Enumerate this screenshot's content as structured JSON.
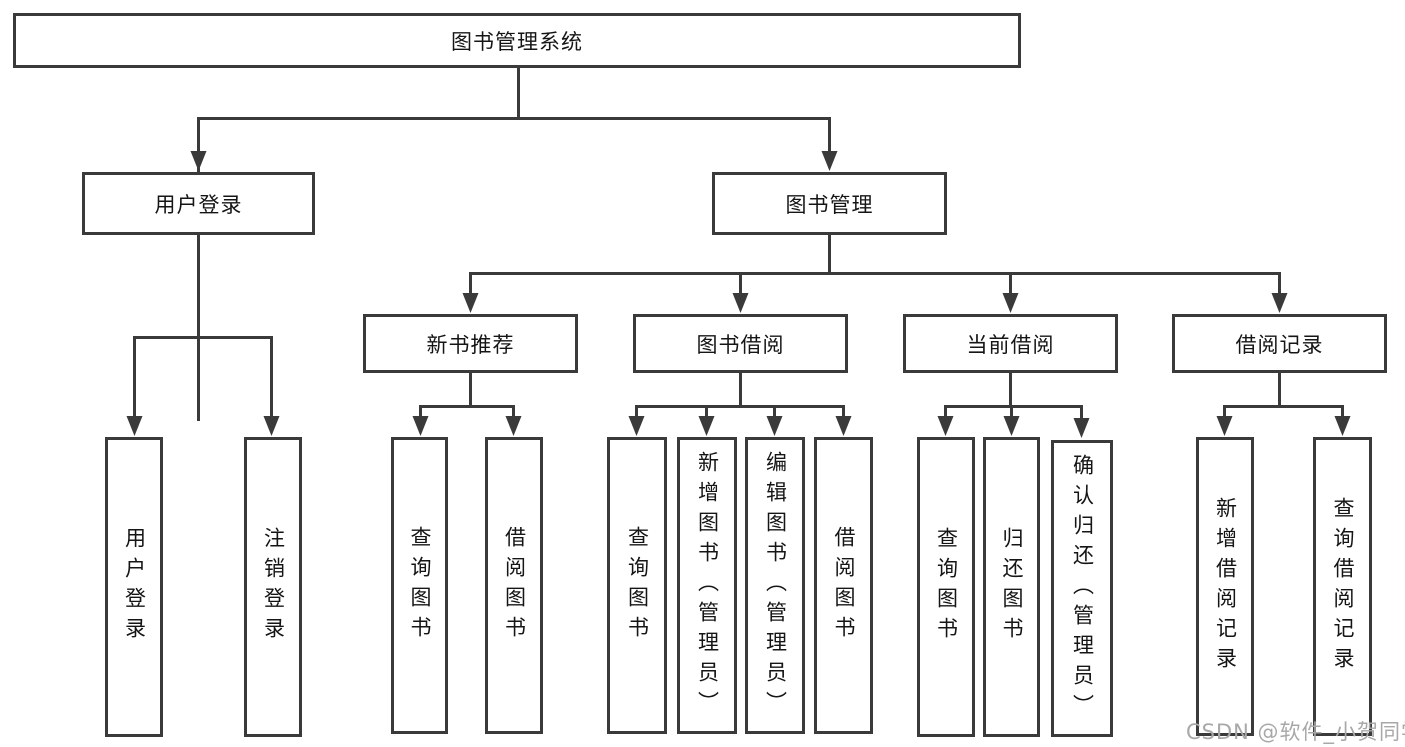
{
  "tree": {
    "root": {
      "label": "图书管理系统"
    },
    "branches": [
      {
        "label": "用户登录",
        "children": [
          {
            "label": "用户登录"
          },
          {
            "label": "注销登录"
          }
        ]
      },
      {
        "label": "图书管理",
        "children": [
          {
            "label": "新书推荐",
            "children": [
              {
                "label": "查询图书"
              },
              {
                "label": "借阅图书"
              }
            ]
          },
          {
            "label": "图书借阅",
            "children": [
              {
                "label": "查询图书"
              },
              {
                "label": "新增图书（管理员）"
              },
              {
                "label": "编辑图书（管理员）"
              },
              {
                "label": "借阅图书"
              }
            ]
          },
          {
            "label": "当前借阅",
            "children": [
              {
                "label": "查询图书"
              },
              {
                "label": "归还图书"
              },
              {
                "label": "确认归还（管理员）"
              }
            ]
          },
          {
            "label": "借阅记录",
            "children": [
              {
                "label": "新增借阅记录"
              },
              {
                "label": "查询借阅记录"
              }
            ]
          }
        ]
      }
    ]
  },
  "watermark": {
    "text": "CSDN @软件_小贺同学"
  },
  "colors": {
    "line": "#3a3a3a",
    "text": "#151515",
    "background": "#ffffff",
    "watermark": "#a8a8a8"
  }
}
